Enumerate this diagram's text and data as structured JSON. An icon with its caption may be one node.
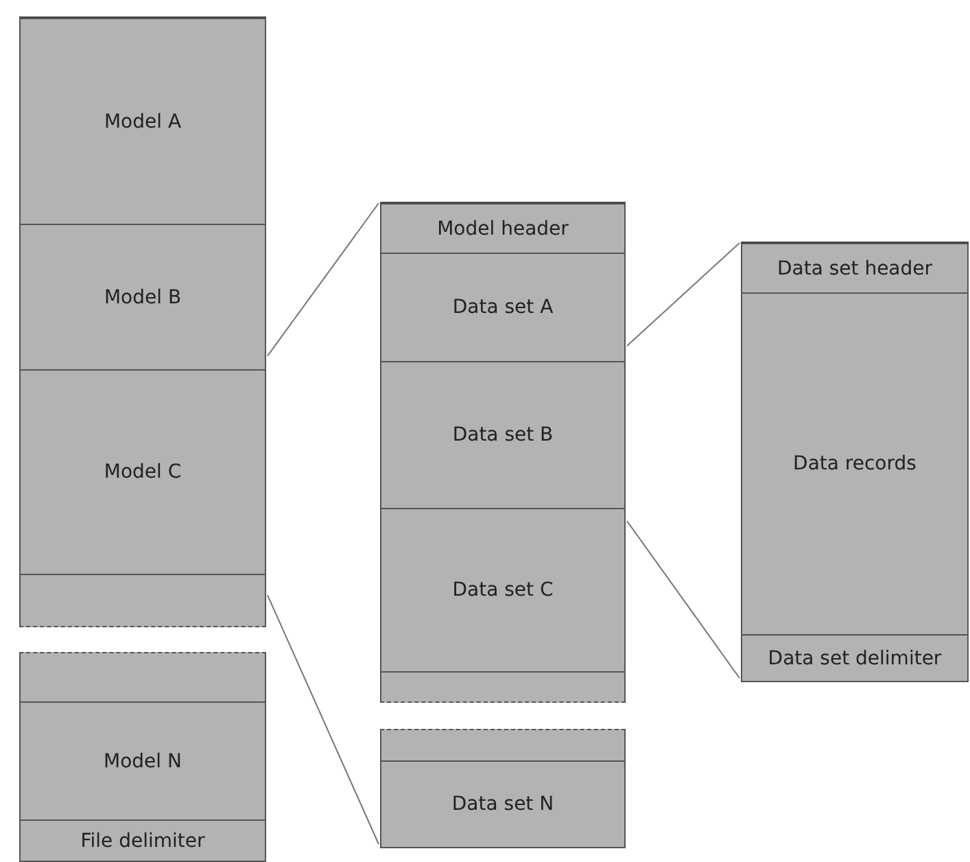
{
  "diagram": {
    "nodes": [
      {
        "text": [],
        "shape": "box"
      },
      {
        "text": [
          "Model A"
        ],
        "in": 0
      },
      {
        "text": [
          "Model B"
        ],
        "in": 0
      },
      {
        "text": [
          "Model C"
        ],
        "in": 0
      },
      {
        "text": [],
        "shape": "box",
        "in": 0
      },
      {
        "text": [],
        "shape": "box",
        "in": 0
      },
      {
        "text": [
          "Model N"
        ],
        "in": 0
      },
      {
        "text": [
          "File delimiter"
        ],
        "in": 0
      },
      {
        "text": [],
        "shape": "box"
      },
      {
        "text": [
          "Model header"
        ],
        "in": 8
      },
      {
        "text": [
          "Data set A"
        ],
        "in": 8
      },
      {
        "text": [
          "Data set B"
        ],
        "in": 8
      },
      {
        "text": [
          "Data set C"
        ],
        "in": 8
      },
      {
        "text": [],
        "shape": "box",
        "in": 8
      },
      {
        "text": [],
        "shape": "box",
        "in": 8
      },
      {
        "text": [
          "Data set N"
        ],
        "in": 8
      },
      {
        "text": [],
        "shape": "box"
      },
      {
        "text": [
          "Data set header"
        ],
        "in": 16
      },
      {
        "text": [
          "Data records"
        ],
        "in": 16
      },
      {
        "text": [
          "Data set delimiter"
        ],
        "in": 16
      }
    ],
    "edges": [
      {
        "from": 2,
        "to": 8,
        "arrow": "none"
      },
      {
        "from": 4,
        "to": 8,
        "arrow": "none"
      },
      {
        "from": 10,
        "to": 16,
        "arrow": "none"
      },
      {
        "from": 12,
        "to": 16,
        "arrow": "none"
      }
    ]
  }
}
